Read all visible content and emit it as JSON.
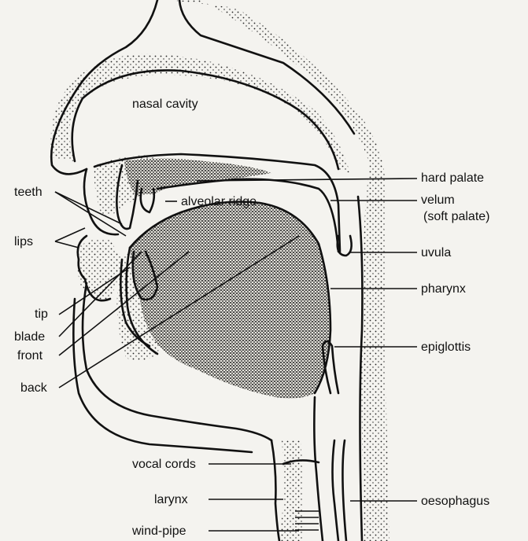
{
  "labels": {
    "nasal_cavity": "nasal cavity",
    "teeth": "teeth",
    "alveolar_ridge": "alveolar ridge",
    "hard_palate": "hard palate",
    "velum": "velum",
    "soft_palate": "(soft palate)",
    "uvula": "uvula",
    "lips": "lips",
    "pharynx": "pharynx",
    "tip": "tip",
    "blade": "blade",
    "front": "front",
    "epiglottis": "epiglottis",
    "back": "back",
    "vocal_cords": "vocal cords",
    "larynx": "larynx",
    "oesophagus": "oesophagus",
    "wind_pipe": "wind-pipe"
  }
}
